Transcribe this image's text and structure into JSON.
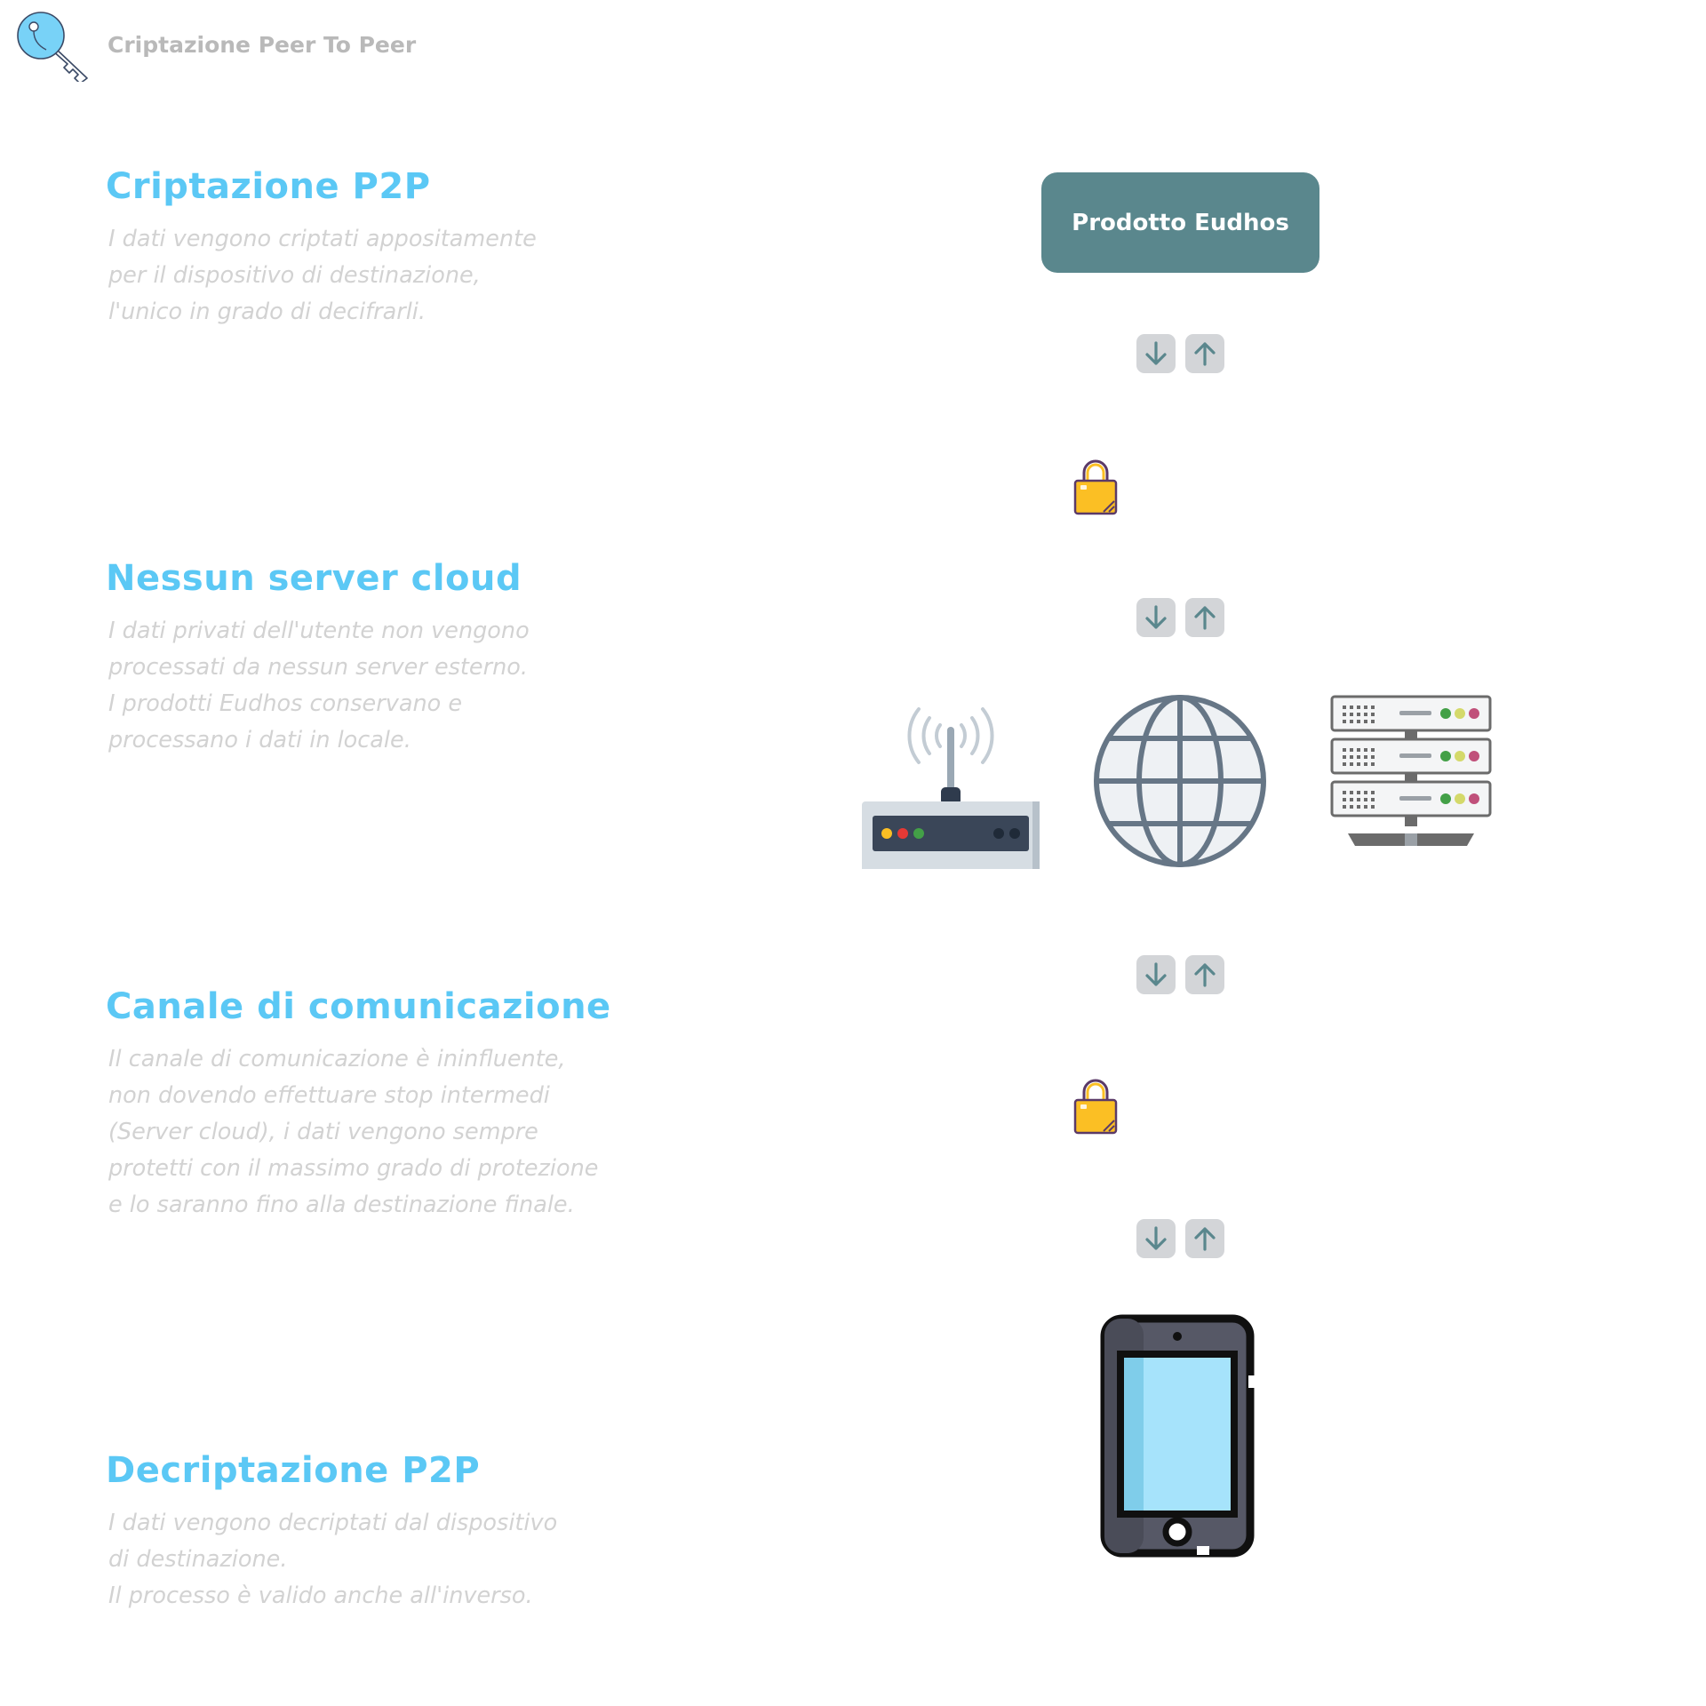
{
  "header": {
    "title": "Criptazione Peer To Peer",
    "logo_icon": "key-icon"
  },
  "sections": [
    {
      "title": "Criptazione P2P",
      "lines": [
        "I dati vengono criptati appositamente",
        "per il dispositivo di destinazione,",
        "l'unico in grado di decifrarli."
      ]
    },
    {
      "title": "Nessun server cloud",
      "lines": [
        "I dati privati dell'utente non vengono",
        "processati da nessun server esterno.",
        "I prodotti Eudhos conservano e",
        "processano i dati in locale."
      ]
    },
    {
      "title": "Canale di comunicazione",
      "lines": [
        "Il canale di comunicazione è ininfluente,",
        "non dovendo effettuare stop intermedi",
        "(Server cloud), i dati vengono sempre",
        "protetti con il massimo grado di protezione",
        "e lo saranno fino alla destinazione finale."
      ]
    },
    {
      "title": "Decriptazione P2P",
      "lines": [
        "I dati vengono decriptati dal dispositivo",
        "di destinazione.",
        "Il processo è valido anche all'inverso."
      ]
    }
  ],
  "diagram": {
    "product_label": "Prodotto Eudhos",
    "icons": [
      "router-icon",
      "globe-icon",
      "server-icon",
      "lock-icon",
      "smartphone-icon",
      "arrow-down-icon",
      "arrow-up-icon"
    ]
  },
  "colors": {
    "accent": "#5bc8f5",
    "product_box": "#5a878d",
    "arrow_bg": "#d3d5d8",
    "arrow": "#5a878d",
    "lock": "#fbbf24",
    "muted_text": "#d2d2d2"
  }
}
